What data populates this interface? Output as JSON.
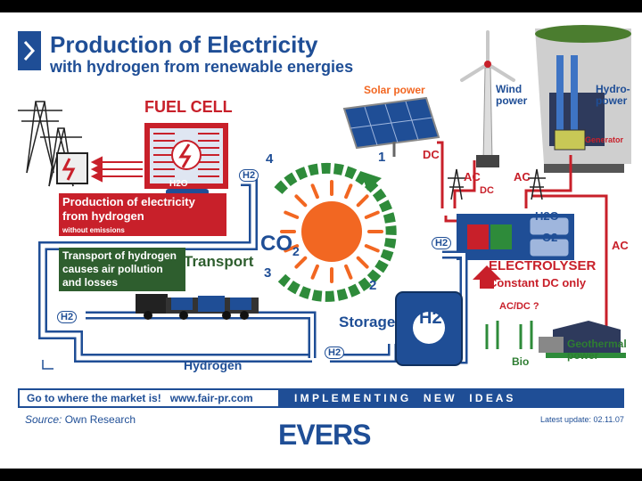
{
  "title": {
    "main": "Production of Electricity",
    "sub": "with hydrogen from renewable energies"
  },
  "labels": {
    "fuel_cell": "FUEL CELL",
    "solar_power": "Solar power",
    "wind_power": "Wind power",
    "hydro_power": "Hydro-\npower",
    "generator": "Generator",
    "dc1": "DC",
    "dc2": "DC",
    "ac1": "AC",
    "ac2": "AC",
    "ac3": "AC",
    "production": "Production of electricity\nfrom hydrogen",
    "without_emissions": "without emissions",
    "transport_note": "Transport of hydrogen\ncauses air pollution\nand losses",
    "transport": "Transport",
    "co2": "CO",
    "co2_sub": "2",
    "storage": "Storage",
    "hydrogen": "Hydrogen",
    "electrolyser": "ELECTROLYSER",
    "constant_dc": "Constant DC only",
    "acdc": "AC/DC ?",
    "bio": "Bio",
    "geothermal": "Geothermal\npower",
    "h2o": "H2O",
    "o2": "O2",
    "h2": "H2",
    "cycle": [
      "1",
      "2",
      "3",
      "4"
    ]
  },
  "footer": {
    "left": "Go to where the market is!   www.fair-pr.com",
    "right": "I M P L E M E N T I N G     N E W     I D E A S",
    "source_label": "Source:",
    "source_value": "Own Research",
    "update": "Latest update: 02.11.07",
    "logo": "EVERS"
  },
  "colors": {
    "blue": "#1f4e96",
    "red": "#c8202a",
    "green": "#2e8b3a",
    "sun": "#f26722",
    "footer_bar": "#1f4e96"
  }
}
